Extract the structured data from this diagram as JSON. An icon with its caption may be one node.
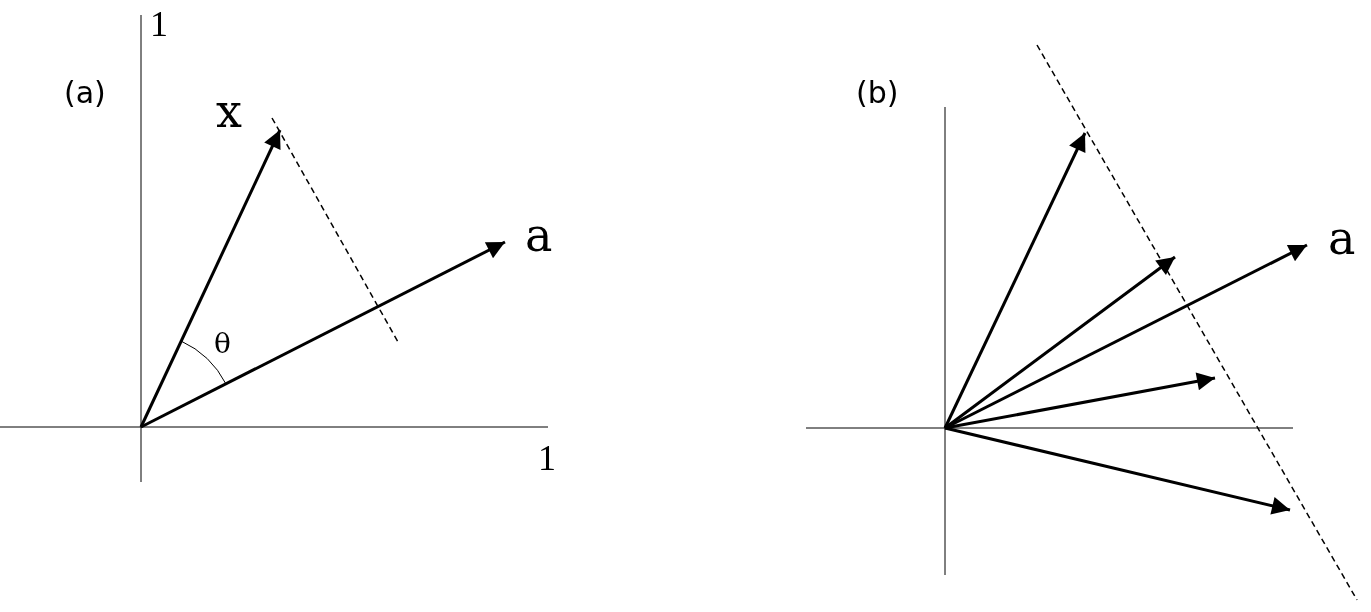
{
  "diagram": {
    "labels": [
      "1",
      "(a)",
      "(b)",
      "x",
      "a",
      "a",
      "θ",
      "1"
    ]
  }
}
